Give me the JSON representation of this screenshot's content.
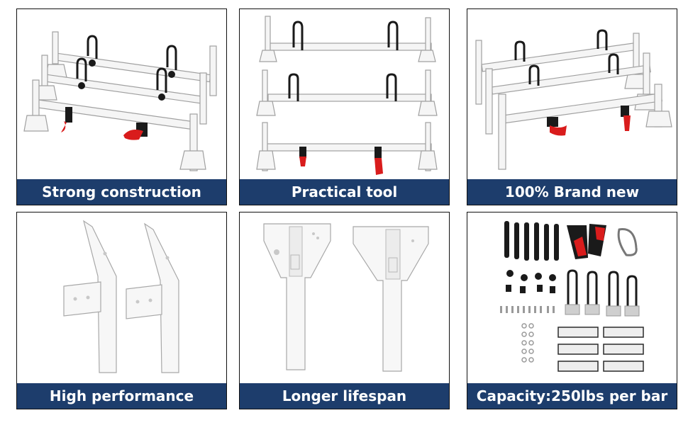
{
  "tiles": [
    {
      "caption": "Strong construction"
    },
    {
      "caption": "Practical tool"
    },
    {
      "caption": "100% Brand new"
    },
    {
      "caption": "High performance"
    },
    {
      "caption": "Longer lifespan"
    },
    {
      "caption": "Capacity:250lbs per bar"
    }
  ],
  "colors": {
    "caption_bg": "#1d3d6c",
    "caption_text": "#ffffff",
    "rack_white": "#f4f4f4",
    "outline": "#9a9a9a",
    "clamp_black": "#1a1a1a",
    "accent_red": "#d91c1c"
  }
}
